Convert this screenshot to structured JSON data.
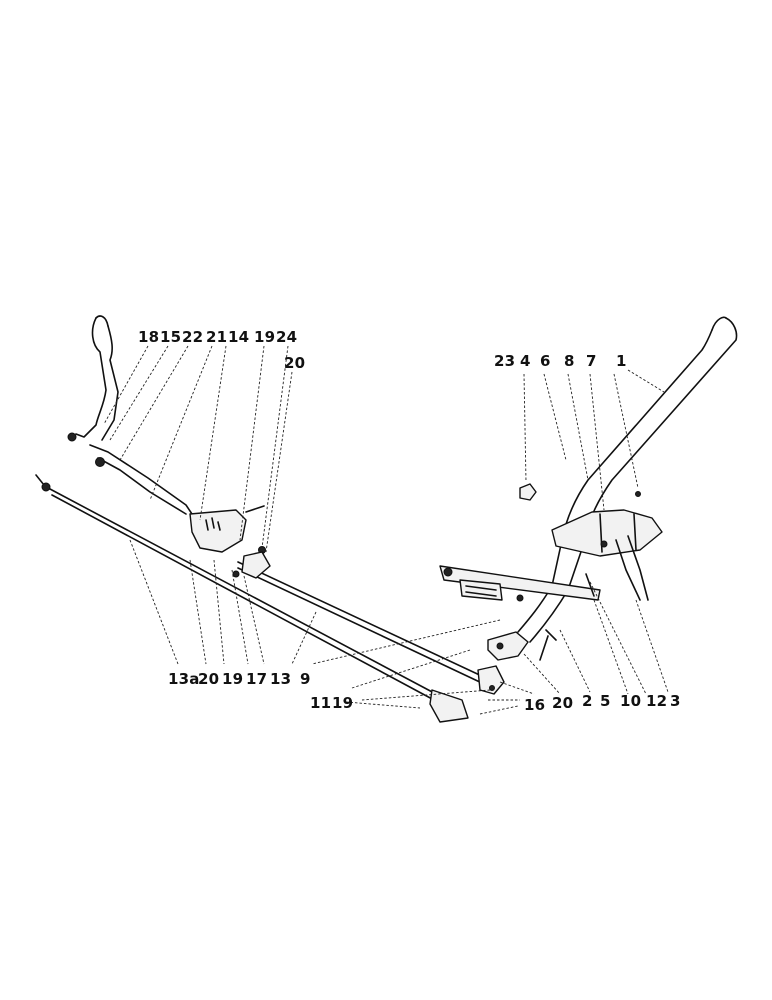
{
  "diagram": {
    "labels": {
      "n18": "18",
      "n15": "15",
      "n22": "22",
      "n21": "21",
      "n14": "14",
      "n19_top": "19",
      "n24": "24",
      "n20_top": "20",
      "n23": "23",
      "n4": "4",
      "n6": "6",
      "n8": "8",
      "n7": "7",
      "n1": "1",
      "n13a": "13a",
      "n20_bot": "20",
      "n19_bot": "19",
      "n17": "17",
      "n13": "13",
      "n9": "9",
      "n11": "11",
      "n19_low": "19",
      "n16": "16",
      "n20_low": "20",
      "n2": "2",
      "n5": "5",
      "n10": "10",
      "n12": "12",
      "n3": "3"
    },
    "colors": {
      "ink": "#111111",
      "paper": "#ffffff"
    }
  }
}
